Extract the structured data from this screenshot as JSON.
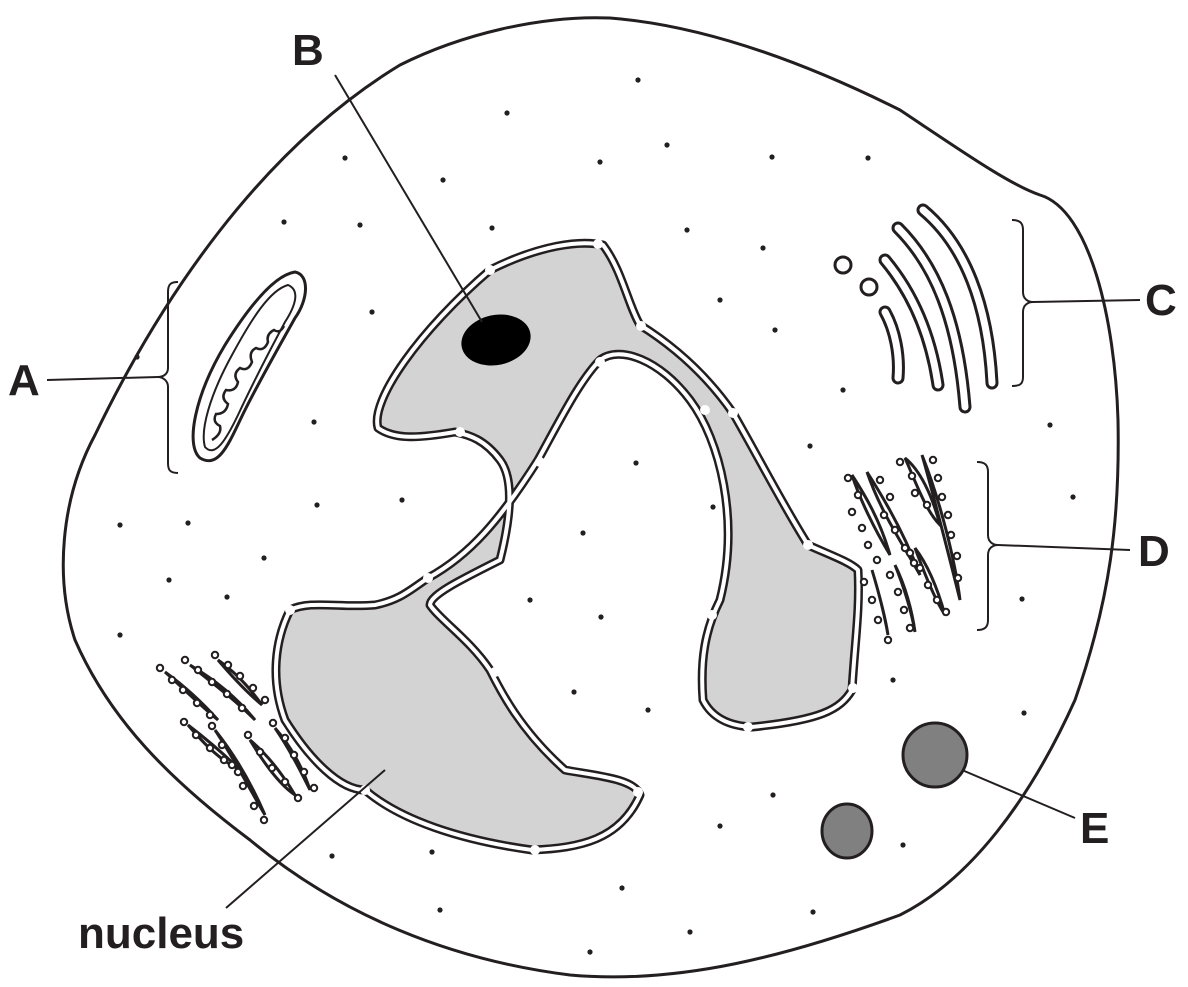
{
  "labels": {
    "a": "A",
    "b": "B",
    "c": "C",
    "d": "D",
    "e": "E",
    "nucleus": "nucleus"
  },
  "colors": {
    "line": "#231f20",
    "nucleus_fill": "#d3d3d3",
    "vesicle_fill": "#808080",
    "nucleolus_fill": "#000000",
    "background": "#ffffff"
  }
}
